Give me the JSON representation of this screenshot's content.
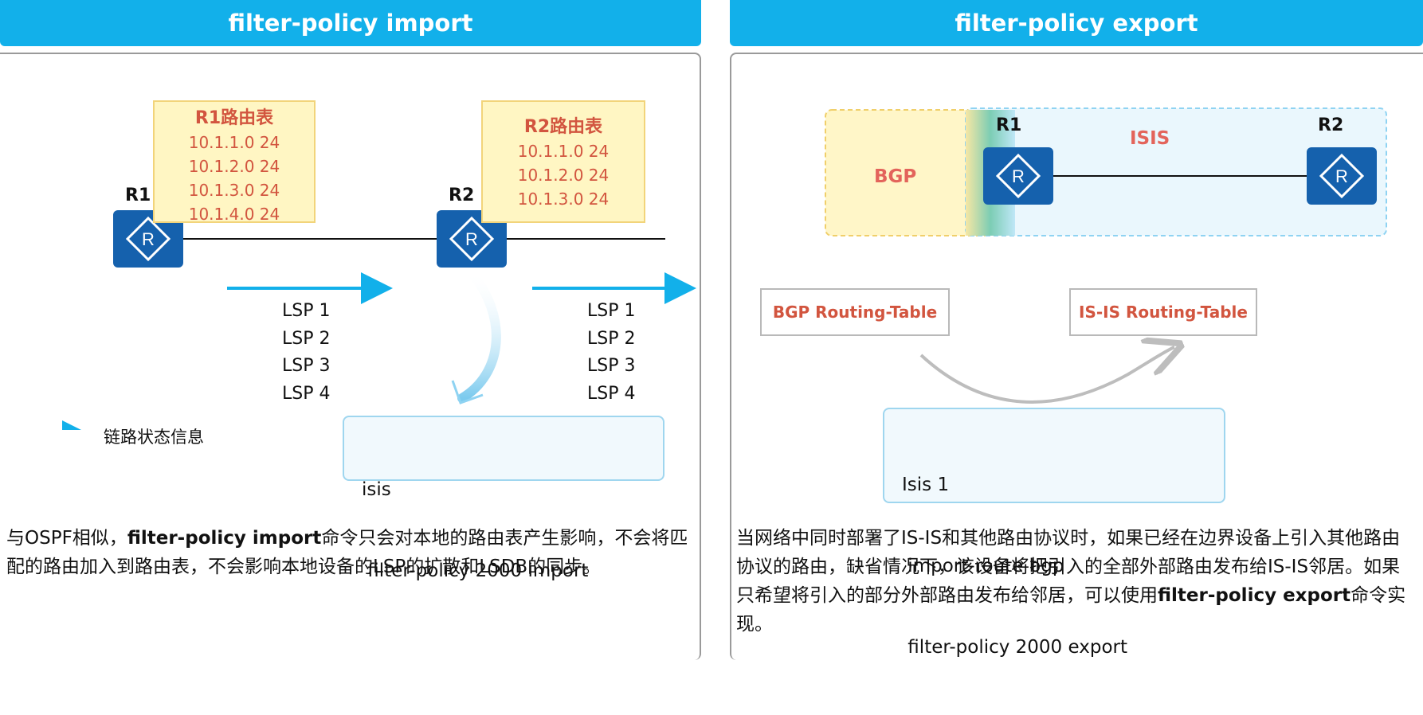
{
  "left": {
    "title": "filter-policy import",
    "r1": {
      "label": "R1",
      "table_title": "R1路由表",
      "routes": [
        "10.1.1.0 24",
        "10.1.2.0 24",
        "10.1.3.0 24",
        "10.1.4.0 24"
      ]
    },
    "r2": {
      "label": "R2",
      "table_title": "R2路由表",
      "routes": [
        "10.1.1.0 24",
        "10.1.2.0 24",
        "10.1.3.0 24"
      ]
    },
    "lsp_left": [
      "LSP 1",
      "LSP 2",
      "LSP 3",
      "LSP 4"
    ],
    "lsp_right": [
      "LSP 1",
      "LSP 2",
      "LSP 3",
      "LSP 4"
    ],
    "legend": "链路状态信息",
    "config": [
      "isis",
      " filter-policy 2000 import"
    ],
    "desc_prefix": "与OSPF相似，",
    "desc_bold": "filter-policy import",
    "desc_suffix": "命令只会对本地的路由表产生影响，不会将匹配的路由加入到路由表，不会影响本地设备的LSP的扩散和LSDB的同步。"
  },
  "right": {
    "title": "filter-policy export",
    "r1_label": "R1",
    "r2_label": "R2",
    "bgp_label": "BGP",
    "isis_label": "ISIS",
    "bgp_table": "BGP Routing-Table",
    "isis_table": "IS-IS Routing-Table",
    "config": [
      "Isis 1",
      " import-route bgp",
      " filter-policy 2000 export"
    ],
    "desc_prefix": "当网络中同时部署了IS-IS和其他路由协议时，如果已经在边界设备上引入其他路由协议的路由，缺省情况下，该设备将把引入的全部外部路由发布给IS-IS邻居。如果只希望将引入的部分外部路由发布给邻居，可以使用",
    "desc_bold": "filter-policy export",
    "desc_suffix": "命令实现。"
  },
  "colors": {
    "header": "#12b0ea",
    "router": "#1561ad",
    "arrow": "#12b0ea",
    "table_fill": "#fff6c3",
    "table_text": "#d2553f"
  }
}
